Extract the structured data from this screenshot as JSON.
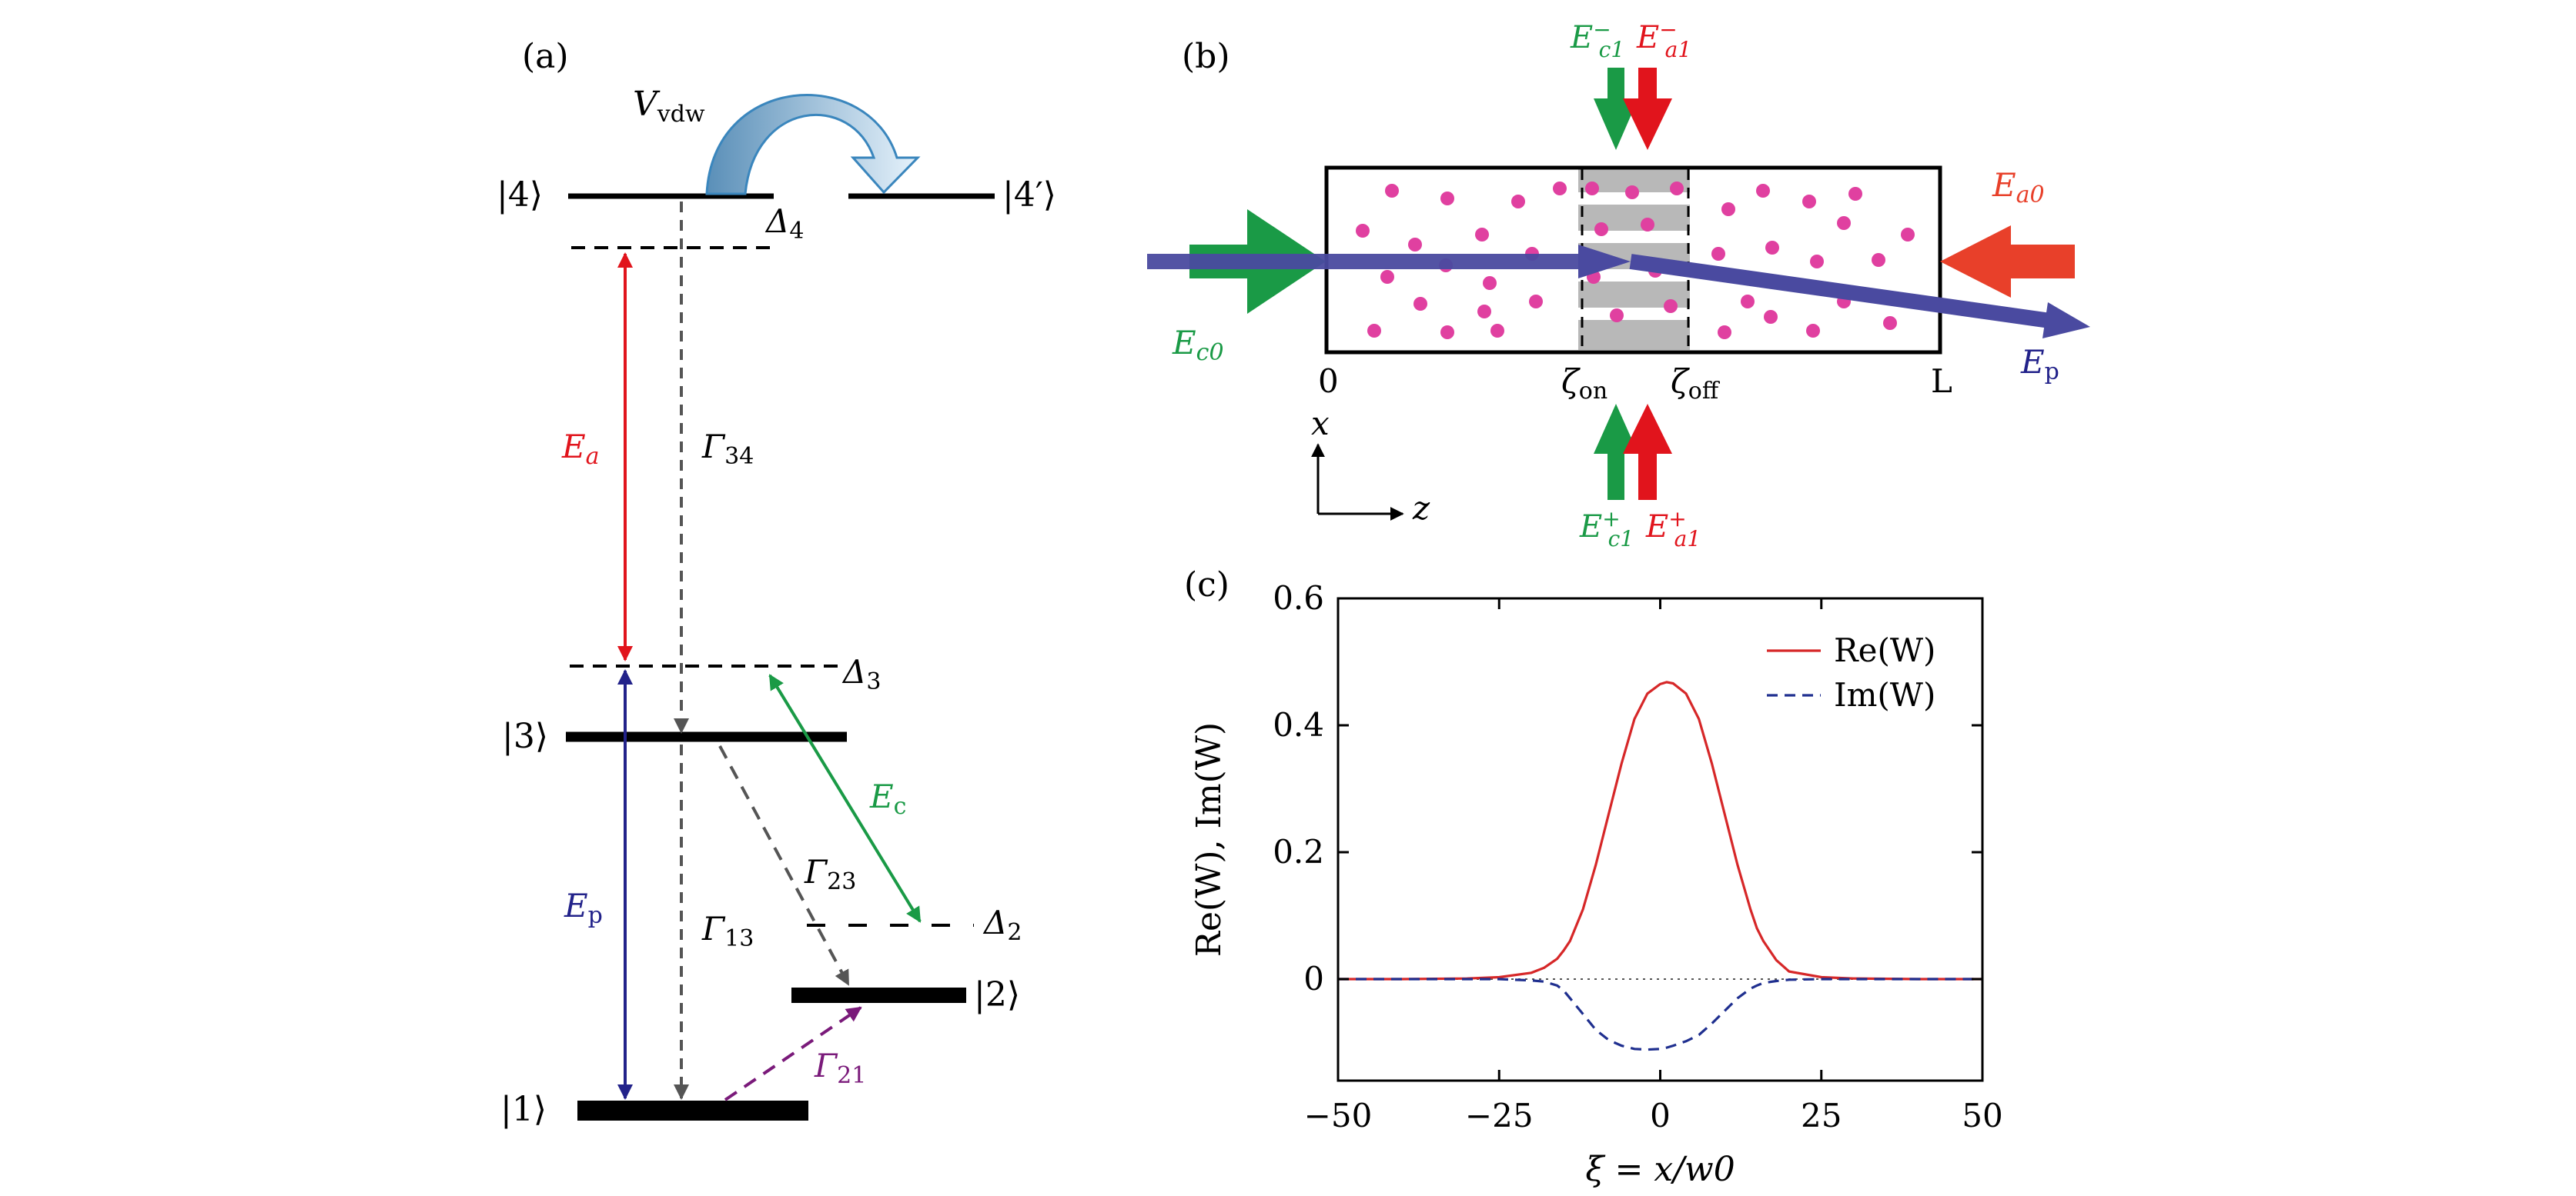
{
  "panels": {
    "a": "(a)",
    "b": "(b)",
    "c": "(c)"
  },
  "colors": {
    "red": "#e1141c",
    "green": "#1a9a46",
    "navy": "#22228a",
    "gray": "#555555",
    "purple": "#7a1a7a",
    "pink": "#e040a0",
    "blue_arrow": "#4a9ac8",
    "probe": "#4a4aa0",
    "ea0": "#e8402a"
  },
  "panel_a": {
    "states": {
      "s1": "|1⟩",
      "s2": "|2⟩",
      "s3": "|3⟩",
      "s4": "|4⟩",
      "s4p": "|4′⟩"
    },
    "vdw": {
      "main": "V",
      "sub": "vdw"
    },
    "delta4": {
      "main": "Δ",
      "sub": "4"
    },
    "delta3": {
      "main": "Δ",
      "sub": "3"
    },
    "delta2": {
      "main": "Δ",
      "sub": "2"
    },
    "Ea": {
      "main": "E",
      "sub": "a"
    },
    "Ep": {
      "main": "E",
      "sub": "p"
    },
    "Ec": {
      "main": "E",
      "sub": "c"
    },
    "G34": {
      "main": "Γ",
      "sub": "34"
    },
    "G13": {
      "main": "Γ",
      "sub": "13"
    },
    "G23": {
      "main": "Γ",
      "sub": "23"
    },
    "G21": {
      "main": "Γ",
      "sub": "21"
    }
  },
  "panel_b": {
    "Ec1m": {
      "main": "E",
      "sub": "c1",
      "sup": "−"
    },
    "Ea1m": {
      "main": "E",
      "sub": "a1",
      "sup": "−"
    },
    "Ec1p": {
      "main": "E",
      "sub": "c1",
      "sup": "+"
    },
    "Ea1p": {
      "main": "E",
      "sub": "a1",
      "sup": "+"
    },
    "Ea0": {
      "main": "E",
      "sub": "a0"
    },
    "Ec0": {
      "main": "E",
      "sub": "c0"
    },
    "Ep": {
      "main": "E",
      "sub": "p"
    },
    "zeta_on": {
      "main": "ζ",
      "sub": "on"
    },
    "zeta_off": {
      "main": "ζ",
      "sub": "off"
    },
    "zero": "0",
    "L": "L",
    "x": "x",
    "z": "z"
  },
  "chart_data": {
    "type": "line",
    "xlabel": "ξ = x/w0",
    "ylabel": "Re(W), Im(W)",
    "xlim": [
      -50,
      50
    ],
    "ylim": [
      -0.16,
      0.6
    ],
    "xticks": [
      -50,
      -25,
      0,
      25,
      50
    ],
    "xtick_labels": [
      "−50",
      "−25",
      "0",
      "25",
      "50"
    ],
    "yticks": [
      0,
      0.2,
      0.4,
      0.6
    ],
    "ytick_labels": [
      "0",
      "0.2",
      "0.4",
      "0.6"
    ],
    "legend_position": "top-right",
    "x": [
      -50,
      -40,
      -30,
      -25,
      -20,
      -18,
      -16,
      -15,
      -14,
      -12,
      -10,
      -8,
      -6,
      -4,
      -2,
      0,
      1,
      2,
      4,
      6,
      8,
      10,
      12,
      14,
      15,
      16,
      18,
      20,
      25,
      30,
      40,
      50
    ],
    "series": [
      {
        "name": "Re(W)",
        "style": "solid",
        "color": "#d62728",
        "values": [
          0,
          0,
          0.001,
          0.003,
          0.01,
          0.018,
          0.032,
          0.045,
          0.06,
          0.11,
          0.18,
          0.26,
          0.34,
          0.41,
          0.45,
          0.465,
          0.468,
          0.466,
          0.45,
          0.41,
          0.34,
          0.26,
          0.18,
          0.11,
          0.08,
          0.06,
          0.03,
          0.012,
          0.003,
          0.001,
          0,
          0
        ]
      },
      {
        "name": "Im(W)",
        "style": "dashed",
        "color": "#1f2f8f",
        "values": [
          0,
          0,
          0,
          0,
          -0.002,
          -0.004,
          -0.01,
          -0.018,
          -0.03,
          -0.055,
          -0.08,
          -0.096,
          -0.105,
          -0.11,
          -0.111,
          -0.11,
          -0.108,
          -0.105,
          -0.098,
          -0.088,
          -0.07,
          -0.05,
          -0.03,
          -0.015,
          -0.01,
          -0.006,
          -0.003,
          -0.001,
          0,
          0,
          0,
          0
        ]
      }
    ]
  }
}
